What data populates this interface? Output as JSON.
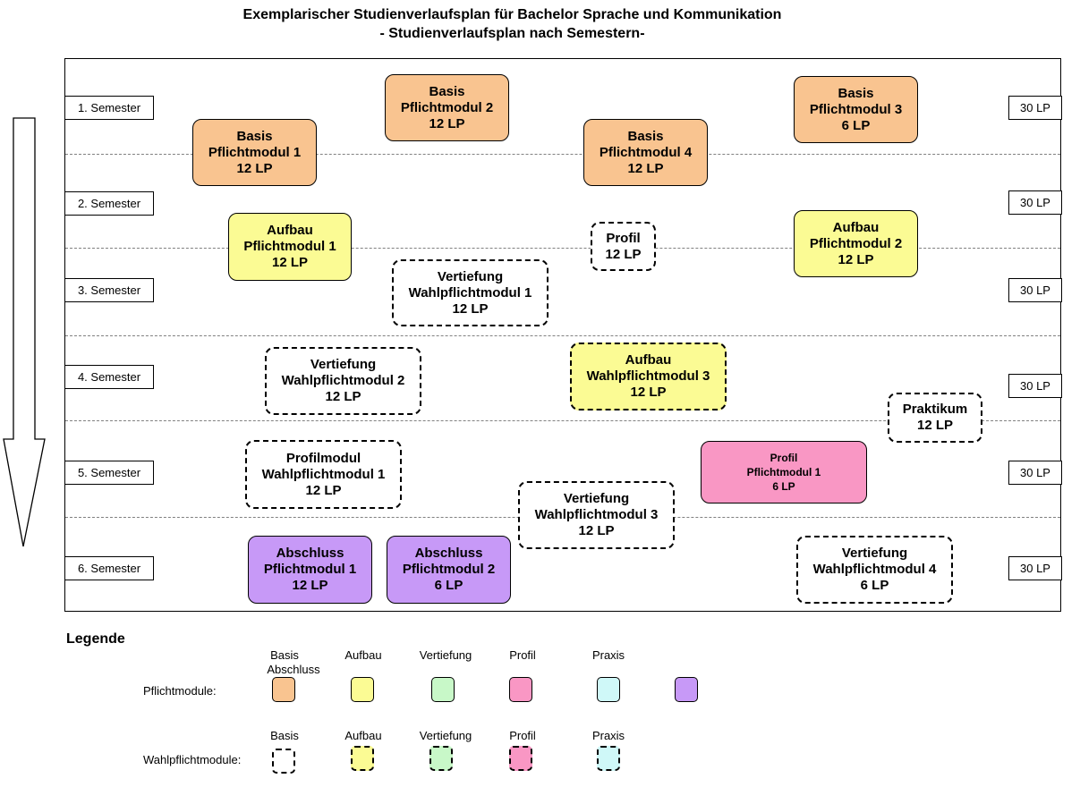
{
  "header": {
    "title": "Exemplarischer Studienverlaufsplan für Bachelor Sprache und Kommunikation",
    "subtitle": "- Studienverlaufsplan nach Semestern-"
  },
  "semesters": [
    "1. Semester",
    "2. Semester",
    "3. Semester",
    "4. Semester",
    "5. Semester",
    "6. Semester"
  ],
  "credits": [
    "30 LP",
    "30 LP",
    "30 LP",
    "30 LP",
    "30 LP",
    "30 LP"
  ],
  "modules": {
    "basis1": {
      "line1": "Basis",
      "line2": "Pflichtmodul 1",
      "line3": "12 LP"
    },
    "basis2": {
      "line1": "Basis",
      "line2": "Pflichtmodul 2",
      "line3": "12 LP"
    },
    "basis3": {
      "line1": "Basis",
      "line2": "Pflichtmodul 3",
      "line3": "6 LP"
    },
    "basis4": {
      "line1": "Basis",
      "line2": "Pflichtmodul 4",
      "line3": "12 LP"
    },
    "aufbau1": {
      "line1": "Aufbau",
      "line2": "Pflichtmodul 1",
      "line3": "12 LP"
    },
    "aufbau2": {
      "line1": "Aufbau",
      "line2": "Pflichtmodul 2",
      "line3": "12 LP"
    },
    "profil": {
      "line1": "Profil",
      "line2": "12 LP"
    },
    "vertiefung_wp1": {
      "line1": "Vertiefung",
      "line2": "Wahlpflichtmodul 1",
      "line3": "12 LP"
    },
    "vertiefung_wp2": {
      "line1": "Vertiefung",
      "line2": "Wahlpflichtmodul 2",
      "line3": "12 LP"
    },
    "aufbau_wp3": {
      "line1": "Aufbau",
      "line2": "Wahlpflichtmodul 3",
      "line3": "12 LP"
    },
    "praktikum": {
      "line1": "Praktikum",
      "line2": "12 LP"
    },
    "profilmodul_wp1": {
      "line1": "Profilmodul",
      "line2": "Wahlpflichtmodul 1",
      "line3": "12 LP"
    },
    "profil_pm1": {
      "line1": "Profil",
      "line2": "Pflichtmodul 1",
      "line3": "6 LP"
    },
    "vertiefung_wp3": {
      "line1": "Vertiefung",
      "line2": "Wahlpflichtmodul 3",
      "line3": "12 LP"
    },
    "abschluss1": {
      "line1": "Abschluss",
      "line2": "Pflichtmodul 1",
      "line3": "12 LP"
    },
    "abschluss2": {
      "line1": "Abschluss",
      "line2": "Pflichtmodul 2",
      "line3": "6 LP"
    },
    "vertiefung_wp4": {
      "line1": "Vertiefung",
      "line2": "Wahlpflichtmodul 4",
      "line3": "6 LP"
    }
  },
  "legend": {
    "title": "Legende",
    "pflicht_label": "Pflichtmodule:",
    "wahlpflicht_label": "Wahlpflichtmodule:",
    "pflicht_headers": [
      "Basis",
      "Aufbau",
      "Vertiefung",
      "Profil",
      "Praxis"
    ],
    "pflicht_header_extra": "Abschluss",
    "wahlpflicht_headers": [
      "Basis",
      "Aufbau",
      "Vertiefung",
      "Profil",
      "Praxis"
    ]
  },
  "colors": {
    "basis": "#f9c490",
    "aufbau": "#fbfb94",
    "vertiefung": "#c8f8c8",
    "profil": "#f997c4",
    "praxis": "#cff8f8",
    "abschluss": "#c799f7",
    "white": "#ffffff"
  }
}
